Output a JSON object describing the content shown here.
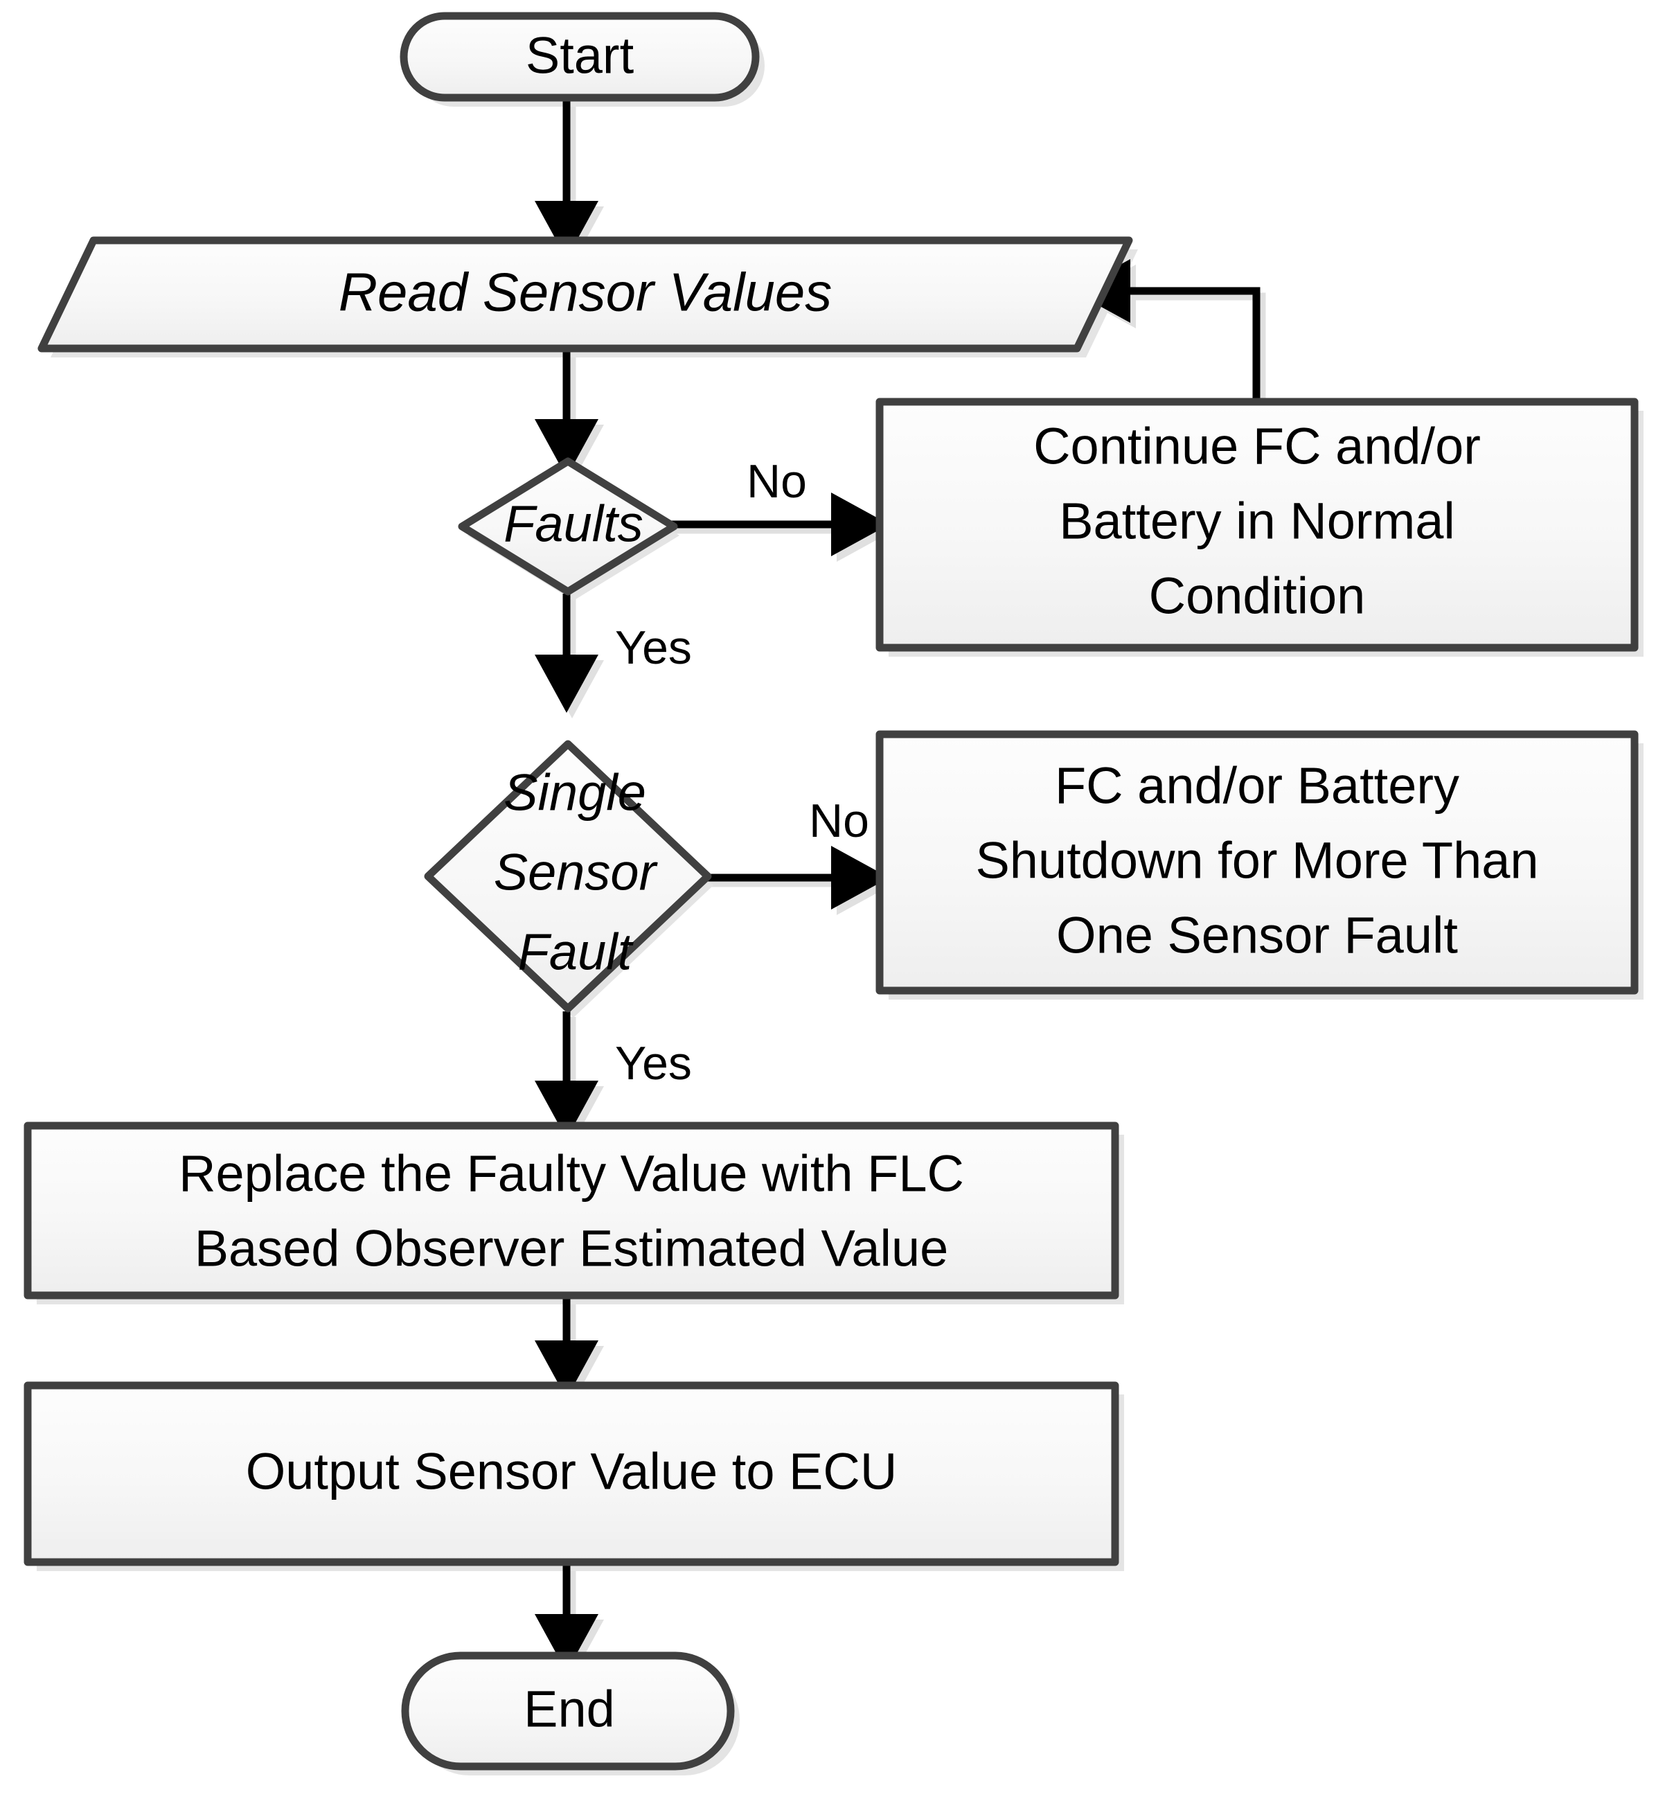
{
  "diagram": {
    "title": "Sensor Fault Detection and Tolerant Control Flowchart",
    "colors": {
      "shape_stroke": "#404040",
      "shape_fill_top": "#fcfcfc",
      "shape_fill_bottom": "#eeeeee",
      "arrow": "#000000",
      "shadow": "#e4e4e4",
      "background": "#ffffff"
    },
    "nodes": {
      "start": {
        "label": "Start",
        "shape": "terminal"
      },
      "read_sensor": {
        "label": "Read Sensor Values",
        "shape": "parallelogram-io"
      },
      "faults": {
        "label": "Faults",
        "shape": "decision"
      },
      "continue_normal": {
        "line1": "Continue FC and/or",
        "line2": "Battery in Normal",
        "line3": "Condition",
        "shape": "process"
      },
      "single_sensor_fault": {
        "line1": "Single",
        "line2": "Sensor",
        "line3": "Fault",
        "shape": "decision"
      },
      "shutdown": {
        "line1": "FC and/or Battery",
        "line2": "Shutdown for More Than",
        "line3": "One Sensor Fault",
        "shape": "process"
      },
      "replace_value": {
        "line1": "Replace the Faulty Value with FLC",
        "line2": "Based Observer Estimated Value",
        "shape": "process"
      },
      "output_value": {
        "label": "Output Sensor Value to ECU",
        "shape": "process"
      },
      "end": {
        "label": "End",
        "shape": "terminal"
      }
    },
    "edges": {
      "faults_no": "No",
      "faults_yes": "Yes",
      "single_no": "No",
      "single_yes": "Yes"
    }
  }
}
